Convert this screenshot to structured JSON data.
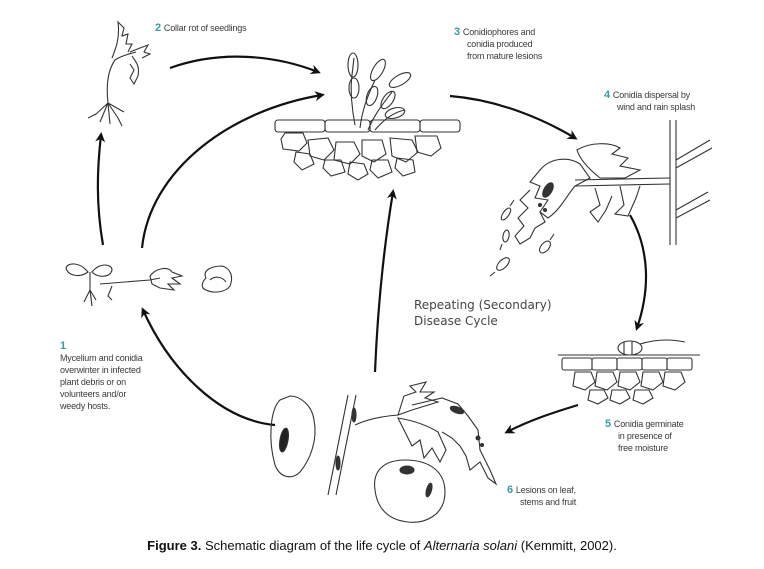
{
  "diagram": {
    "title": "Life cycle of Alternaria solani",
    "accent_color": "#3a9aa8",
    "stages": [
      {
        "number": "1",
        "lines": [
          "Mycelium and conidia",
          "overwinter in infected",
          "plant debris or on",
          "volunteers and/or",
          "weedy hosts."
        ]
      },
      {
        "number": "2",
        "lines": [
          "Collar rot of seedlings"
        ]
      },
      {
        "number": "3",
        "lines": [
          "Conidiophores and",
          "conidia produced",
          "from mature lesions"
        ]
      },
      {
        "number": "4",
        "lines": [
          "Conidia dispersal by",
          "wind and rain splash"
        ]
      },
      {
        "number": "5",
        "lines": [
          "Conidia germinate",
          "in presence of",
          "free moisture"
        ]
      },
      {
        "number": "6",
        "lines": [
          "Lesions on leaf,",
          "stems and fruit"
        ]
      }
    ],
    "center_label": [
      "Repeating (Secondary)",
      "Disease Cycle"
    ],
    "illustrations": [
      "seedling-collar-rot",
      "conidiophores-on-lesion",
      "leaf-with-conidia-dispersal",
      "germinating-conidium-on-tissue",
      "infected-potato-tomato-leaf-stem",
      "overwintering-plant-debris"
    ]
  },
  "caption": {
    "label": "Figure 3.",
    "text_before": " Schematic diagram of the life cycle of ",
    "species": "Alternaria solani",
    "text_after": " (Kemmitt, 2002)."
  }
}
